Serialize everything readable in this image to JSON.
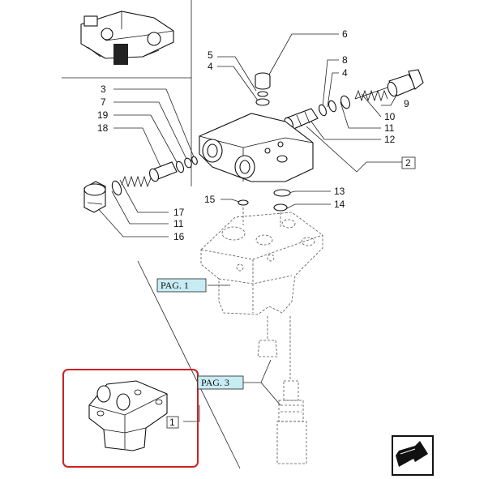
{
  "callouts": {
    "c1": "1",
    "c2": "2",
    "c3": "3",
    "c4a": "4",
    "c4b": "4",
    "c5": "5",
    "c6": "6",
    "c7": "7",
    "c8": "8",
    "c9": "9",
    "c10": "10",
    "c11a": "11",
    "c11b": "11",
    "c12": "12",
    "c13": "13",
    "c14": "14",
    "c15": "15",
    "c16": "16",
    "c17": "17",
    "c18": "18",
    "c19": "19"
  },
  "page_refs": {
    "pag1": "PAG. 1",
    "pag3": "PAG. 3"
  },
  "colors": {
    "pag_fill": "#c8ecf4",
    "highlight_frame": "#cc2222",
    "line": "#222222"
  },
  "icons": {
    "nav": "next-page-arrow-icon"
  }
}
